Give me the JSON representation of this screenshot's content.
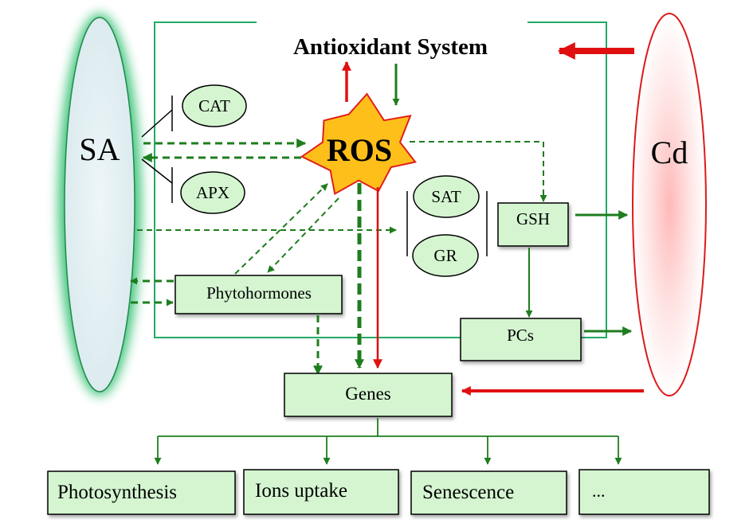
{
  "title": "Antioxidant System",
  "nodes": {
    "sa": "SA",
    "cd": "Cd",
    "ros": "ROS",
    "cat": "CAT",
    "apx": "APX",
    "sat": "SAT",
    "gr": "GR",
    "gsh": "GSH",
    "pcs": "PCs",
    "phytohormones": "Phytohormones",
    "genes": "Genes"
  },
  "outputs": [
    "Photosynthesis",
    "Ions uptake",
    "Senescence",
    "..."
  ],
  "colors": {
    "green_arrow": "#1e7d1e",
    "red_arrow": "#e01010",
    "box_fill": "#d4f5d0",
    "system_border": "#22aa66",
    "ros_fill": "#ffbf1a",
    "ros_stroke": "#e0201a",
    "sa_glow": "#22bb66",
    "cd_glow": "#ee3333"
  }
}
